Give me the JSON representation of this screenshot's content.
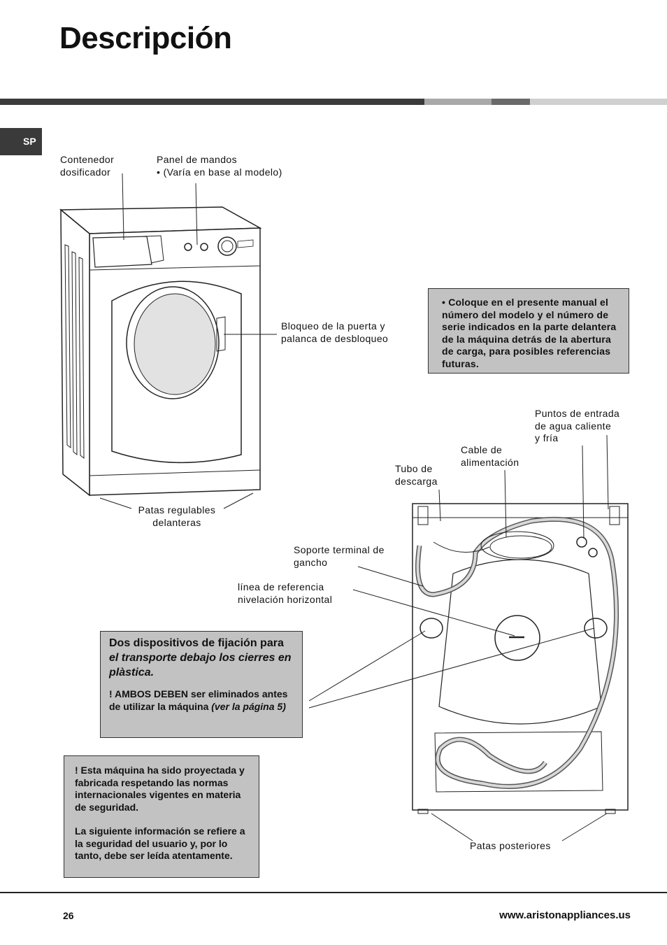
{
  "page": {
    "title": "Descripción",
    "lang_tag": "SP",
    "page_number": "26",
    "website": "www.aristonappliances.us"
  },
  "labels": {
    "dispenser": "Contenedor\ndosificador",
    "control_panel": "Panel de mandos\n• (Varía en base al modelo)",
    "door_lock": "Bloqueo de la puerta y\npalanca de desbloqueo",
    "front_feet": "Patas regulables\ndelanteras",
    "water_inlets": "Puntos de entrada\nde agua caliente\ny fría",
    "power_cable": "Cable de\nalimentación",
    "drain_hose": "Tubo de\ndescarga",
    "hook_support": "Soporte terminal de\ngancho",
    "level_line": "línea de referencia\nnivelación horizontal",
    "rear_feet": "Patas posteriores"
  },
  "notes": {
    "serial_note": "• Coloque en el presente manual el número del modelo y el número de serie indicados en la parte delantera de la máquina detrás de la abertura de carga, para posibles referencias futuras.",
    "transport_title_a": "Dos dispositivos de fijación para ",
    "transport_title_b": "el transporte debajo los cierres en plàstica.",
    "transport_warn_a": "! AMBOS DEBEN ser eliminados antes de utilizar la máquina ",
    "transport_warn_b": "(ver la página 5)",
    "safety_p1": "! Esta máquina ha sido proyectada y fabricada respetando las normas internacionales vigentes en materia de seguridad.",
    "safety_p2": "La siguiente información se refiere a la seguridad del usuario y, por lo tanto, debe ser leída atentamente."
  },
  "colors": {
    "bar_dark": "#3b3b3b",
    "bar_light": "#a9a9a9",
    "bar_mid": "#6a6a6a",
    "bar_pale": "#d0d0d0",
    "note_bg": "#c2c2c2"
  }
}
